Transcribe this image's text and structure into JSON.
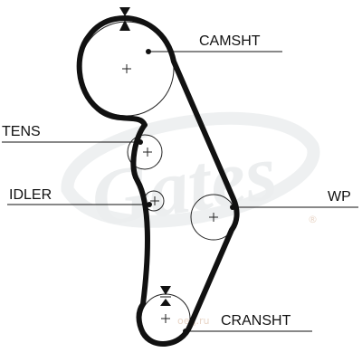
{
  "diagram": {
    "labels": {
      "camshaft": "CAMSHT",
      "tensioner": "TENS",
      "idler": "IDLER",
      "water_pump": "WP",
      "crankshaft": "CRANSHT"
    },
    "watermark": {
      "logo_text": "Gates",
      "site_text": "oeq.ru",
      "registered_mark": "®"
    },
    "colors": {
      "belt": "#111111",
      "pulley": "#222222",
      "watermark": "#eceeef"
    },
    "icons": [
      "timing-mark-icon",
      "center-cross-icon",
      "leader-dot-icon"
    ]
  }
}
